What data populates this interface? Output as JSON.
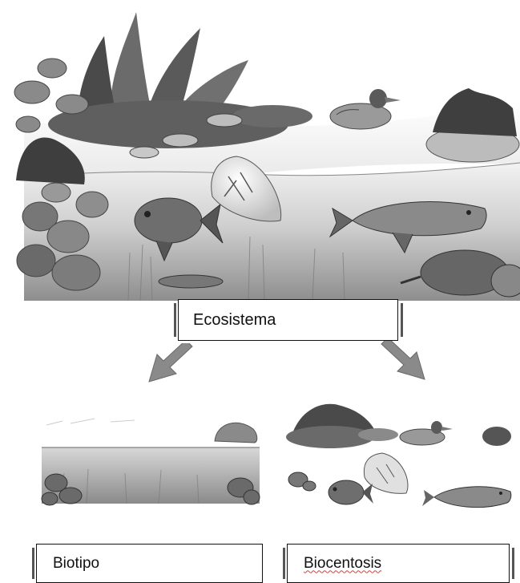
{
  "labels": {
    "ecosistema": "Ecosistema",
    "biotipo": "Biotipo",
    "biocentosis": "Biocentosis"
  },
  "colors": {
    "water_light": "#e2e2e2",
    "water_dark": "#9a9a9a",
    "plant_dark": "#4a4a4a",
    "plant_mid": "#7a7a7a",
    "fish": "#6e6e6e",
    "arrow": "#8a8a8a",
    "spellcheck_underline": "#d04040"
  },
  "icons": {
    "arrow_left": "arrow-down-left-icon",
    "arrow_right": "arrow-down-right-icon"
  }
}
